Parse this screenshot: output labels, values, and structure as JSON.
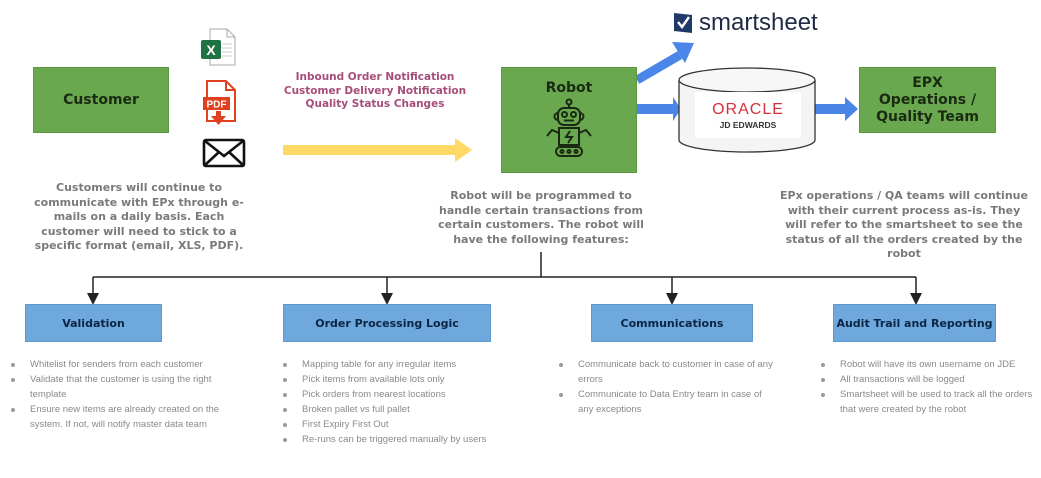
{
  "nodes": {
    "customer": {
      "label": "Customer"
    },
    "robot": {
      "label": "Robot"
    },
    "epx": {
      "label_lines": [
        "EPX",
        "Operations /",
        "Quality Team"
      ]
    }
  },
  "file_icons": [
    {
      "name": "excel-file-icon",
      "text": "X"
    },
    {
      "name": "pdf-file-icon",
      "text": "PDF"
    },
    {
      "name": "email-envelope-icon",
      "text": ""
    }
  ],
  "notifications": [
    "Inbound Order Notification",
    "Customer Delivery Notification",
    "Quality Status Changes"
  ],
  "smartsheet": {
    "label": "smartsheet"
  },
  "database": {
    "brand": "ORACLE",
    "product": "JD EDWARDS"
  },
  "descriptions": {
    "customer": "Customers will continue to communicate with EPx through e-mails on a daily basis. Each customer will need to stick to a specific format (email, XLS, PDF).",
    "robot": "Robot will be programmed to handle certain transactions from certain customers. The robot will have the following features:",
    "epx": "EPx operations / QA teams will continue with their current process as-is. They will refer to the smartsheet to see the status of all the orders created by the robot"
  },
  "features": [
    {
      "title": "Validation",
      "items": [
        "Whitelist for senders from each customer",
        "Validate that the customer is using the right template",
        "Ensure new items are already created on the system. If not, will notify master data team"
      ]
    },
    {
      "title": "Order Processing Logic",
      "items": [
        "Mapping table for any irregular items",
        "Pick items from available lots only",
        "Pick orders from nearest locations",
        "Broken pallet vs full pallet",
        "First Expiry First Out",
        "Re-runs can be triggered manually by users"
      ]
    },
    {
      "title": "Communications",
      "items": [
        "Communicate back to customer in case of any errors",
        "Communicate to Data Entry team in case of any exceptions"
      ]
    },
    {
      "title": "Audit Trail and Reporting",
      "items": [
        "Robot will have its own username on JDE",
        "All transactions will be logged",
        "Smartsheet will be used to track all the orders that were created by the robot"
      ]
    }
  ],
  "colors": {
    "node_green": "#6aa84f",
    "feature_blue": "#6fa8dc",
    "flow_yellow": "#ffd966",
    "flow_blue": "#4a86e8",
    "notification_text": "#a64d79"
  }
}
